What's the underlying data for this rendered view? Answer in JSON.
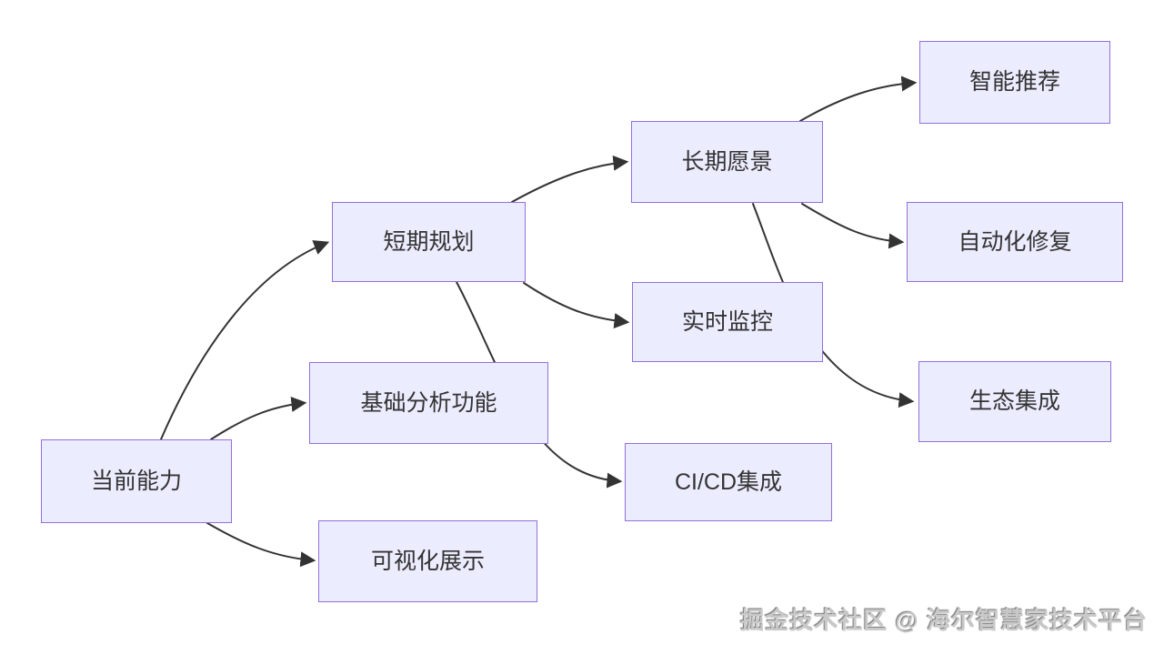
{
  "diagram": {
    "nodes": [
      {
        "id": "current",
        "label": "当前能力"
      },
      {
        "id": "short-term",
        "label": "短期规划"
      },
      {
        "id": "basic-analysis",
        "label": "基础分析功能"
      },
      {
        "id": "visualization",
        "label": "可视化展示"
      },
      {
        "id": "long-term",
        "label": "长期愿景"
      },
      {
        "id": "realtime-monitor",
        "label": "实时监控"
      },
      {
        "id": "cicd",
        "label": "CI/CD集成"
      },
      {
        "id": "smart-recommend",
        "label": "智能推荐"
      },
      {
        "id": "auto-fix",
        "label": "自动化修复"
      },
      {
        "id": "eco-integration",
        "label": "生态集成"
      }
    ],
    "edges": [
      {
        "from": "current",
        "to": "short-term"
      },
      {
        "from": "current",
        "to": "basic-analysis"
      },
      {
        "from": "current",
        "to": "visualization"
      },
      {
        "from": "short-term",
        "to": "long-term"
      },
      {
        "from": "short-term",
        "to": "realtime-monitor"
      },
      {
        "from": "short-term",
        "to": "cicd"
      },
      {
        "from": "long-term",
        "to": "smart-recommend"
      },
      {
        "from": "long-term",
        "to": "auto-fix"
      },
      {
        "from": "long-term",
        "to": "eco-integration"
      }
    ]
  },
  "watermark": {
    "text": "掘金技术社区 @ 海尔智慧家技术平台"
  },
  "colors": {
    "background": "#ffffff",
    "node_fill": "#ECECFF",
    "node_border": "#9370DB",
    "node_text": "#333333",
    "edge": "#333333"
  }
}
